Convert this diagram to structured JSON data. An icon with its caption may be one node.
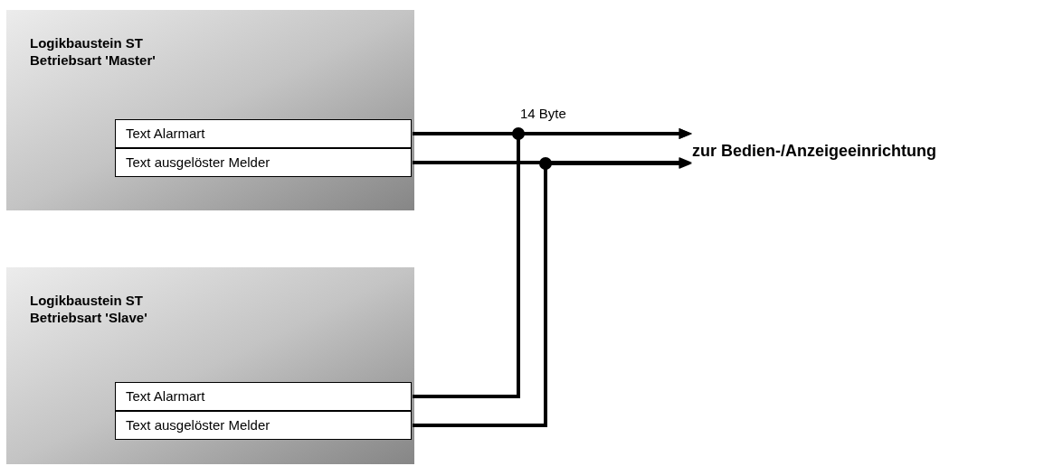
{
  "diagram": {
    "nodes": [
      {
        "text": [
          "Logikbaustein ST Betriebsart 'Master'"
        ]
      },
      {
        "text": [
          "Text Alarmart"
        ],
        "in": 0
      },
      {
        "text": [
          "Text ausgelöster Melder"
        ],
        "in": 0
      },
      {
        "text": [
          "Logikbaustein ST Betriebsart 'Slave'"
        ]
      },
      {
        "text": [
          "Text Alarmart"
        ],
        "in": 3
      },
      {
        "text": [
          "Text ausgelöster Melder"
        ],
        "in": 3
      },
      {
        "text": [
          "zur Bedien-/Anzeigeeinrichtung"
        ]
      }
    ],
    "edges": [
      {
        "from": 1,
        "to": 6,
        "arrow": "to",
        "label": "14 Byte"
      },
      {
        "from": 2,
        "to": 6,
        "arrow": "to"
      },
      {
        "from": 4,
        "to": 6,
        "arrow": "to"
      },
      {
        "from": 5,
        "to": 6,
        "arrow": "to"
      }
    ]
  }
}
